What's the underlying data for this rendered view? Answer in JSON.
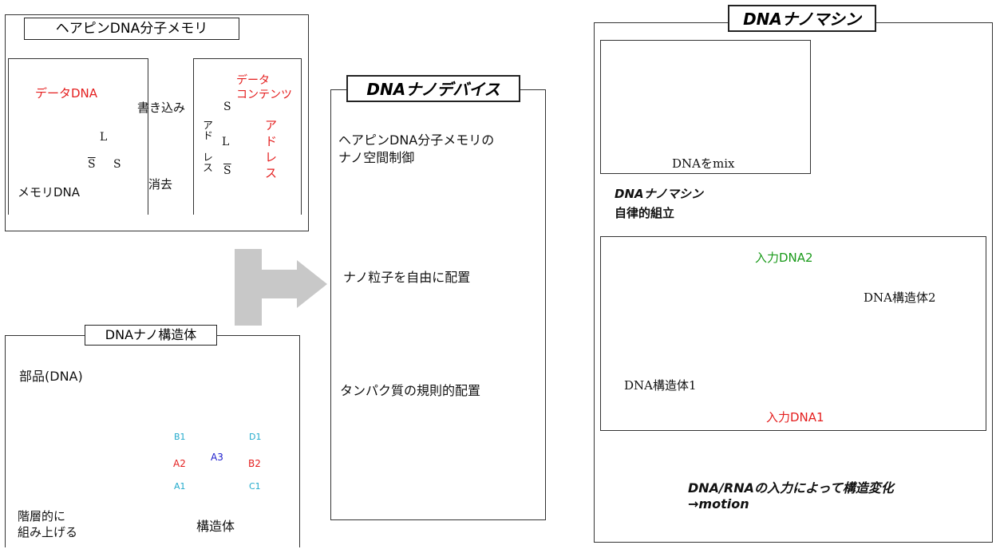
{
  "memory_panel": {
    "title": "ヘアピンDNA分子メモリ",
    "data_dna": "データDNA",
    "write": "書き込み",
    "erase": "消去",
    "memory_dna": "メモリDNA",
    "data_contents_1": "データ",
    "data_contents_2": "コンテンツ",
    "address_left_1": "アド",
    "address_left_2": "レス",
    "address_right_1": "ア",
    "address_right_2": "ド",
    "address_right_3": "レ",
    "address_right_4": "ス",
    "letter_L": "L",
    "letter_S": "S",
    "letter_S_bar": "S"
  },
  "structure_panel": {
    "title": "DNAナノ構造体",
    "parts": "部品(DNA)",
    "hier_1": "階層的に",
    "hier_2": "組み上げる",
    "structure": "構造体",
    "labels": [
      "B1",
      "A2",
      "A1",
      "A3",
      "D1",
      "B2",
      "C1"
    ]
  },
  "device_panel": {
    "title": "DNAナノデバイス",
    "item1_line1": "ヘアピンDNA分子メモリの",
    "item1_line2": "ナノ空間制御",
    "item2": "ナノ粒子を自由に配置",
    "item3": "タンパク質の規則的配置"
  },
  "machine_panel": {
    "title": "DNAナノマシン",
    "mix": "DNAをmix",
    "assembly_1": "DNAナノマシン",
    "assembly_2": "自律的組立",
    "input2": "入力DNA2",
    "input1": "入力DNA1",
    "struct2": "DNA構造体2",
    "struct1": "DNA構造体1",
    "caption_1": "DNA/RNAの入力によって構造変化",
    "caption_2": "→motion"
  },
  "colors": {
    "red": "#e41e1e",
    "green": "#1a9a1a",
    "blue": "#1a1acc",
    "cyan": "#22dddd",
    "gray_arrow": "#c8c8c8",
    "surface": "#c8c400",
    "orange": "#f39a3a",
    "yellow": "#f5e01a"
  }
}
